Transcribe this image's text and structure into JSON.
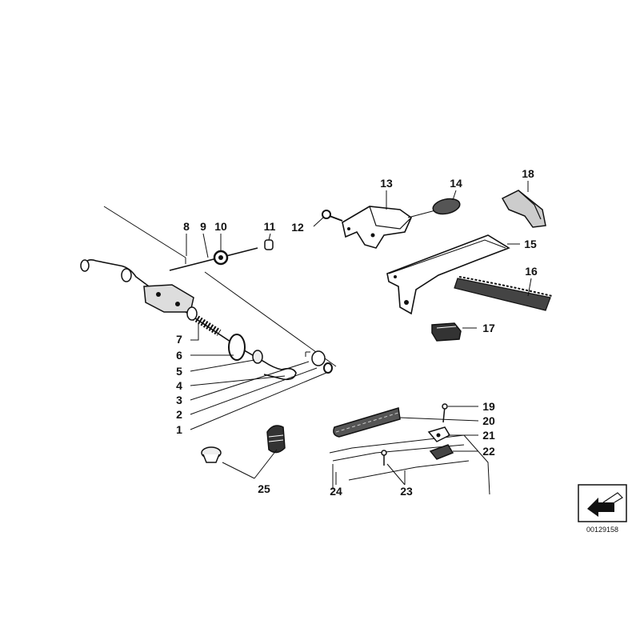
{
  "diagram": {
    "labels": [
      {
        "id": "p1",
        "text": "1"
      },
      {
        "id": "p2",
        "text": "2"
      },
      {
        "id": "p3",
        "text": "3"
      },
      {
        "id": "p4",
        "text": "4"
      },
      {
        "id": "p5",
        "text": "5"
      },
      {
        "id": "p6",
        "text": "6"
      },
      {
        "id": "p7",
        "text": "7"
      },
      {
        "id": "p8",
        "text": "8"
      },
      {
        "id": "p9",
        "text": "9"
      },
      {
        "id": "p10",
        "text": "10"
      },
      {
        "id": "p11",
        "text": "11"
      },
      {
        "id": "p12",
        "text": "12"
      },
      {
        "id": "p13",
        "text": "13"
      },
      {
        "id": "p14",
        "text": "14"
      },
      {
        "id": "p15",
        "text": "15"
      },
      {
        "id": "p16",
        "text": "16"
      },
      {
        "id": "p17",
        "text": "17"
      },
      {
        "id": "p18",
        "text": "18"
      },
      {
        "id": "p19",
        "text": "19"
      },
      {
        "id": "p20",
        "text": "20"
      },
      {
        "id": "p21",
        "text": "21"
      },
      {
        "id": "p22",
        "text": "22"
      },
      {
        "id": "p23",
        "text": "23"
      },
      {
        "id": "p24",
        "text": "24"
      },
      {
        "id": "p25",
        "text": "25"
      }
    ],
    "reference_number": "00129158"
  }
}
